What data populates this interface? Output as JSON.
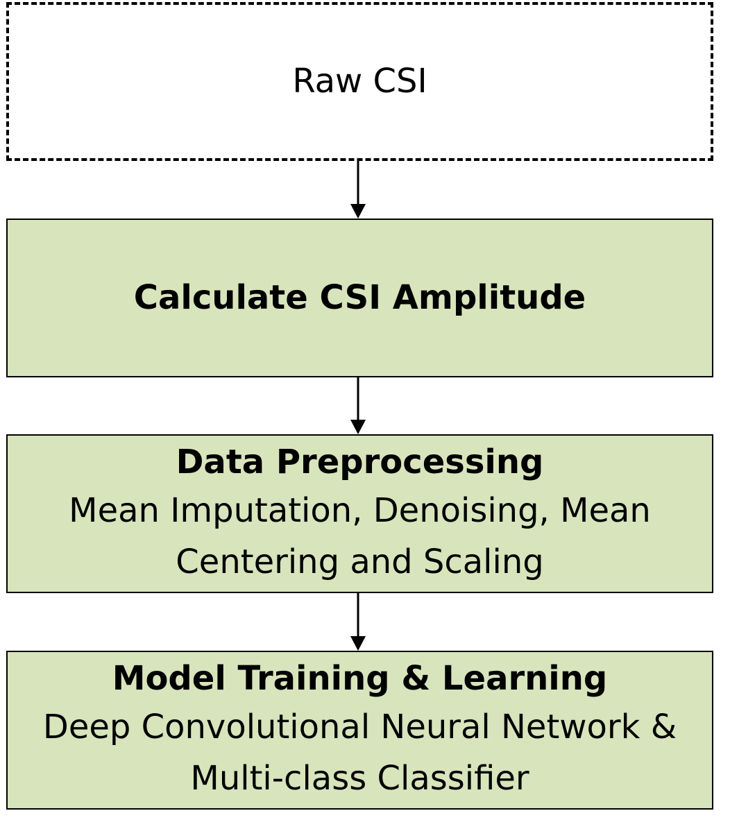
{
  "colors": {
    "box_fill": "#d8e4bc",
    "border": "#000000",
    "text": "#000000"
  },
  "steps": [
    {
      "title": "Raw CSI"
    },
    {
      "title": "Calculate CSI Amplitude"
    },
    {
      "title": "Data Preprocessing",
      "desc": "Mean Imputation, Denoising, Mean Centering and Scaling"
    },
    {
      "title": "Model Training & Learning",
      "desc": "Deep Convolutional Neural Network & Multi-class Classifier"
    }
  ]
}
